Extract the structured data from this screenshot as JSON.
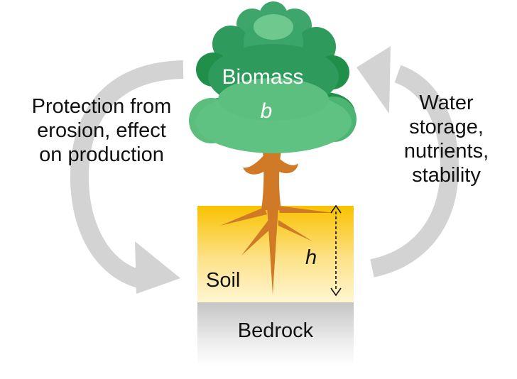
{
  "tree": {
    "title": "Biomass",
    "symbol": "b"
  },
  "soil": {
    "label": "Soil",
    "depth_symbol": "h"
  },
  "bedrock": {
    "label": "Bedrock"
  },
  "left_arrow": {
    "lines": [
      "Protection from",
      "erosion, effect",
      "on production"
    ]
  },
  "right_arrow": {
    "lines": [
      "Water",
      "storage,",
      "nutrients,",
      "stability"
    ]
  },
  "colors": {
    "foliage_dark": "#1f8f4a",
    "foliage_mid": "#3aa865",
    "foliage_light": "#6cc88a",
    "trunk": "#d17a2a",
    "soil_top": "#f7c000",
    "soil_bottom": "#fff3c4",
    "bedrock_top": "#c8c8c8",
    "arrow": "#d0d0d0"
  }
}
